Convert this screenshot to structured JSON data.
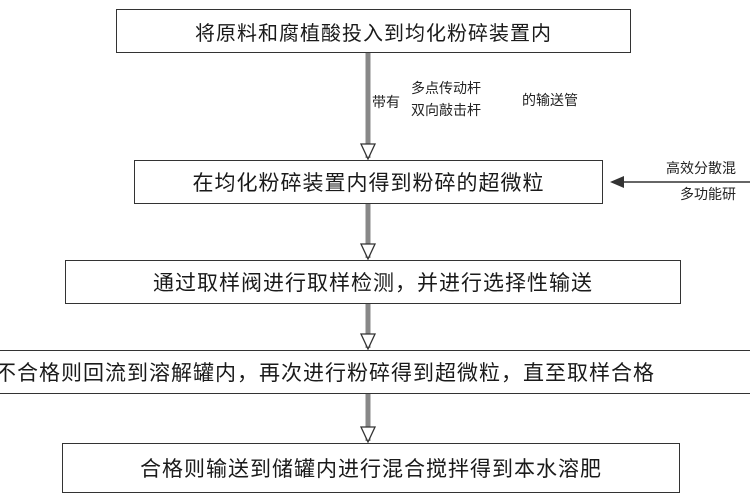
{
  "steps": [
    "将原料和腐植酸投入到均化粉碎装置内",
    "在均化粉碎装置内得到粉碎的超微粒",
    "通过取样阀进行取样检测，并进行选择性输送",
    "不合格则回流到溶解罐内，再次进行粉碎得到超微粒，直至取样合格",
    "合格则输送到储罐内进行混合搅拌得到本水溶肥"
  ],
  "annotations": {
    "carry": "带有",
    "multi_rod": "多点传动杆",
    "double_rod": "双向敲击杆",
    "pipe": "的输送管",
    "side_line1": "高效分散混",
    "side_line2": "多功能研"
  }
}
